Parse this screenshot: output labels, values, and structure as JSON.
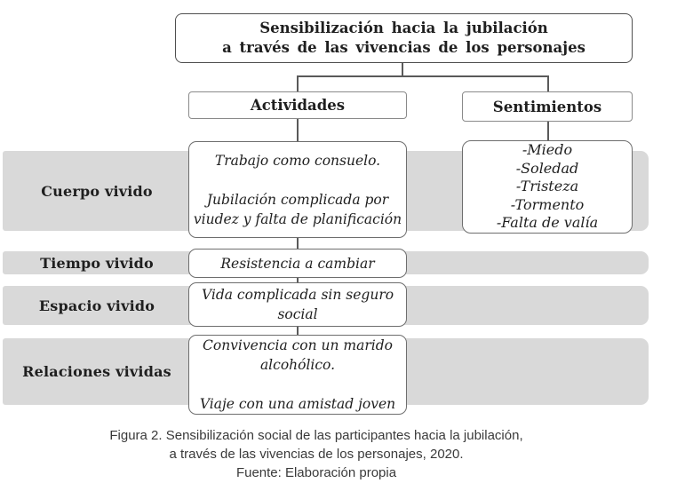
{
  "diagram": {
    "title": {
      "lines": [
        "Sensibilización hacia la jubilación",
        "a través de las vivencias de los personajes"
      ]
    },
    "categories": {
      "activities_label": "Actividades",
      "feelings_label": "Sentimientos"
    },
    "rows": [
      {
        "label": "Cuerpo vivido"
      },
      {
        "label": "Tiempo vivido"
      },
      {
        "label": "Espacio vivido"
      },
      {
        "label": "Relaciones vividas"
      }
    ],
    "activities_boxes": [
      {
        "lines": [
          "Trabajo como consuelo.",
          "",
          "Jubilación complicada por",
          "viudez y falta de planificación"
        ]
      },
      {
        "lines": [
          "Resistencia a cambiar"
        ]
      },
      {
        "lines": [
          "Vida complicada sin seguro",
          "social"
        ]
      },
      {
        "lines": [
          "Convivencia con un marido",
          "alcohólico.",
          "",
          "Viaje con una amistad joven"
        ]
      }
    ],
    "feelings_box": {
      "lines": [
        "-Miedo",
        "-Soledad",
        "-Tristeza",
        "-Tormento",
        "-Falta de valía"
      ]
    }
  },
  "caption": {
    "lines": [
      "Figura 2. Sensibilización social de las participantes hacia la jubilación,",
      "a través de las vivencias de los personajes, 2020.",
      "Fuente: Elaboración propia"
    ]
  },
  "colors": {
    "band_fill": "#d9d9d9",
    "box_border": "#6e6e6e",
    "title_border": "#4f4f4f",
    "connector": "#5a5a5a",
    "text": "#1f1f1f",
    "caption_text": "#3a3a3a",
    "background": "#ffffff"
  }
}
